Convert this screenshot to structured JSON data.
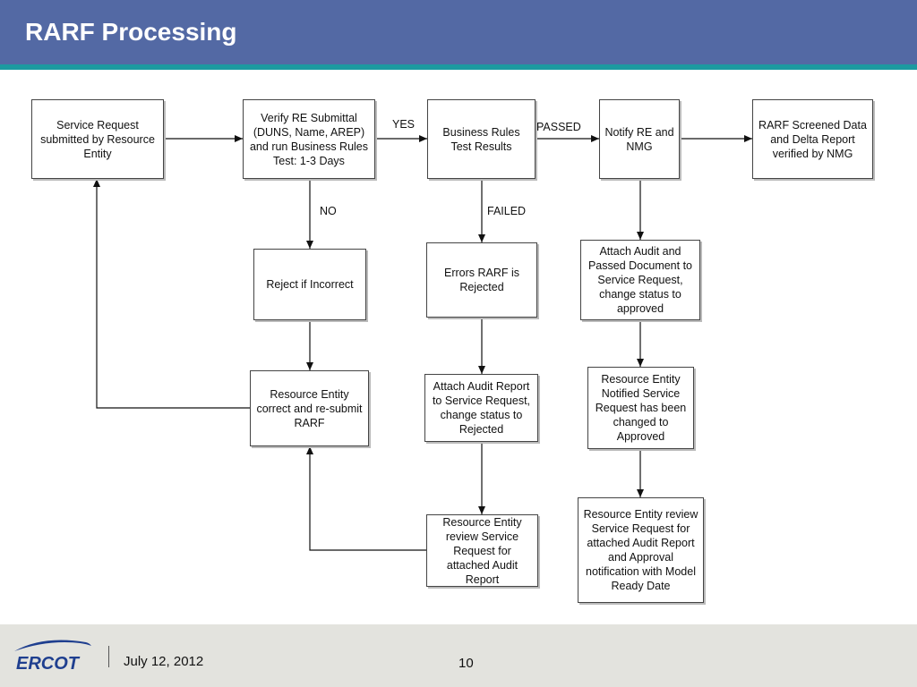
{
  "header": {
    "title": "RARF Processing"
  },
  "footer": {
    "date": "July 12, 2012",
    "page_number": "10",
    "logo_text": "ERCOT"
  },
  "nodes": {
    "service_request": "Service Request submitted by Resource Entity",
    "verify_submittal": "Verify RE Submittal (DUNS, Name, AREP) and run Business Rules Test: 1-3 Days",
    "business_rules": "Business Rules Test Results",
    "notify_re": "Notify RE and NMG",
    "rarf_screened": "RARF Screened Data and Delta Report verified by NMG",
    "reject_incorrect": "Reject if Incorrect",
    "errors_rejected": "Errors RARF is Rejected",
    "attach_audit_passed": "Attach Audit and Passed Document to Service Request, change status to approved",
    "re_resubmit": "Resource Entity correct and re-submit RARF",
    "attach_audit_rejected": "Attach Audit Report to Service Request, change status to Rejected",
    "re_notified": "Resource Entity Notified Service Request has been changed to Approved",
    "re_review_audit": "Resource Entity review Service Request for attached Audit Report",
    "re_review_approval": "Resource Entity review Service Request for attached Audit Report and Approval notification with Model Ready Date"
  },
  "edge_labels": {
    "yes": "YES",
    "no": "NO",
    "passed": "PASSED",
    "failed": "FAILED"
  },
  "colors": {
    "header": "#5369a4",
    "stripe": "#1c9aa0",
    "footer": "#e3e3de",
    "logo_blue": "#1f3f8f"
  }
}
